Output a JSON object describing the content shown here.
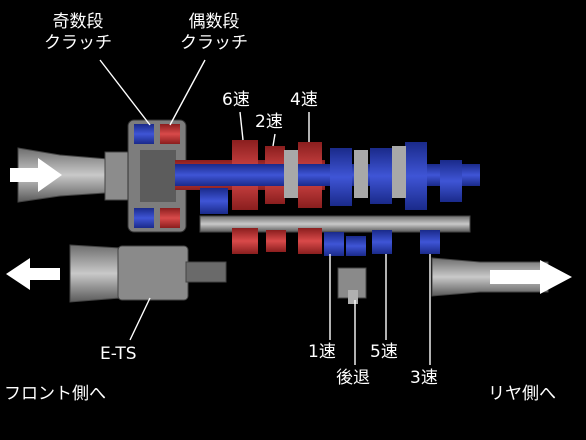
{
  "labels": {
    "odd_clutch": [
      "奇数段",
      "クラッチ"
    ],
    "even_clutch": [
      "偶数段",
      "クラッチ"
    ],
    "gear_6": "6速",
    "gear_2": "2速",
    "gear_4": "4速",
    "gear_1": "1速",
    "gear_reverse": "後退",
    "gear_5": "5速",
    "gear_3": "3速",
    "ets": "E-TS",
    "to_front": "フロント側へ",
    "to_rear": "リヤ側へ"
  },
  "colors": {
    "background": "#000000",
    "odd_shaft": "#2b3fb8",
    "even_shaft": "#c8393a",
    "housing": "#9a9a9a",
    "arrow": "#ffffff"
  }
}
